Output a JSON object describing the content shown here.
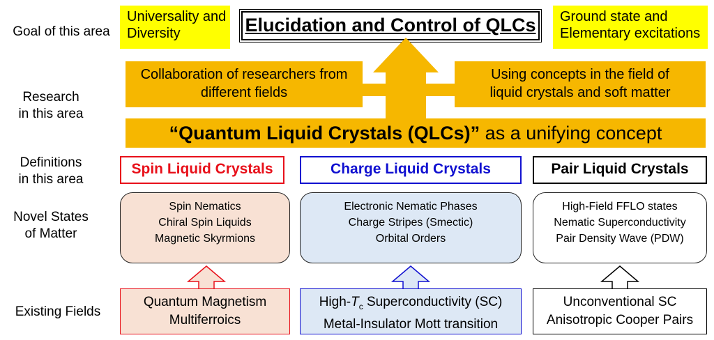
{
  "row_labels": {
    "goal": "Goal of this area",
    "research": [
      "Research",
      "in this area"
    ],
    "definitions": [
      "Definitions",
      "in this area"
    ],
    "novel": [
      "Novel States",
      "of Matter"
    ],
    "existing": "Existing Fields"
  },
  "goal": {
    "left": [
      "Universality and",
      "Diversity"
    ],
    "title": "Elucidation and Control of QLCs",
    "right": [
      "Ground state and",
      "Elementary excitations"
    ]
  },
  "research": {
    "left": [
      "Collaboration of researchers from",
      "different fields"
    ],
    "right": [
      "Using concepts in the field of",
      "liquid crystals and soft matter"
    ],
    "concept_bold": "“Quantum Liquid Crystals (QLCs)”",
    "concept_rest": " as a unifying concept"
  },
  "columns": [
    {
      "definition": "Spin Liquid Crystals",
      "states": [
        "Spin Nematics",
        "Chiral Spin Liquids",
        "Magnetic Skyrmions"
      ],
      "fields": [
        "Quantum Magnetism",
        "Multiferroics"
      ]
    },
    {
      "definition": "Charge Liquid Crystals",
      "states": [
        "Electronic Nematic Phases",
        "Charge Stripes (Smectic)",
        "Orbital Orders"
      ],
      "field_line1_prefix": "High-",
      "field_line1_T": "T",
      "field_line1_sub": "c",
      "field_line1_suffix": " Superconductivity (SC)",
      "field_line2": "Metal-Insulator Mott transition"
    },
    {
      "definition": "Pair Liquid Crystals",
      "states": [
        "High-Field FFLO states",
        "Nematic Superconductivity",
        "Pair Density Wave (PDW)"
      ],
      "fields": [
        "Unconventional SC",
        "Anisotropic Cooper Pairs"
      ]
    }
  ],
  "colors": {
    "yellow": "#ffff00",
    "orange": "#f6b700",
    "spin": "#e8101a",
    "spin_fill": "#f8e1d4",
    "charge": "#1010d0",
    "charge_fill": "#dde8f5",
    "pair": "#000000"
  }
}
